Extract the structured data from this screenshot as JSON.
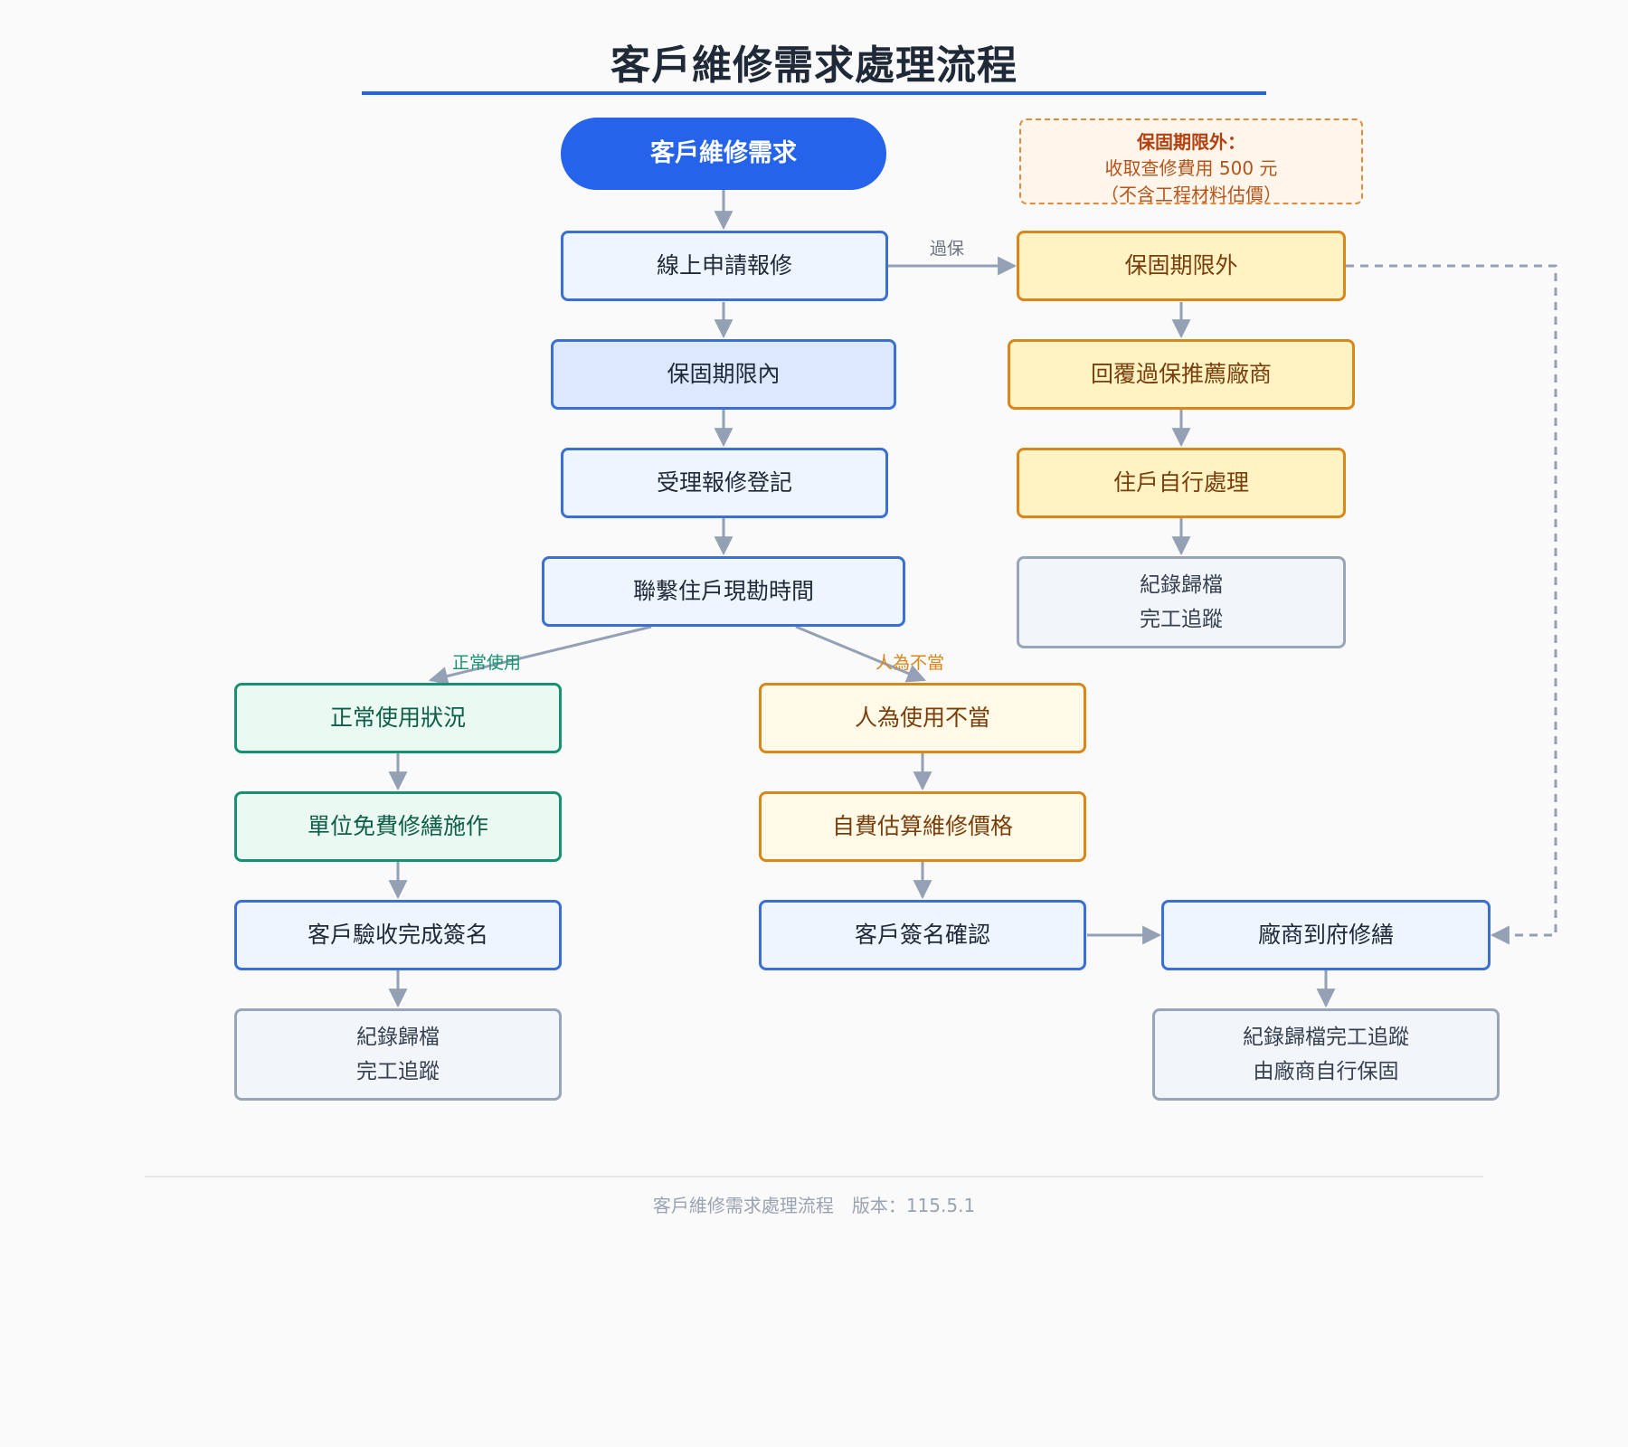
{
  "title": "客戶維修需求處理流程",
  "nodes": {
    "start": "客戶維修需求",
    "online_apply": "線上申請報修",
    "in_warranty": "保固期限內",
    "register": "受理報修登記",
    "contact": "聯繫住戶現勘時間",
    "out_warranty": "保固期限外",
    "reply_vendor": "回覆過保推薦廠商",
    "self_handle": "住戶自行處理",
    "archive_right_1": "紀錄歸檔",
    "archive_right_2": "完工追蹤",
    "normal_use": "正常使用狀況",
    "free_repair": "單位免費修繕施作",
    "customer_accept": "客戶驗收完成簽名",
    "archive_left_1": "紀錄歸檔",
    "archive_left_2": "完工追蹤",
    "misuse": "人為使用不當",
    "self_pay_estimate": "自費估算維修價格",
    "customer_confirm": "客戶簽名確認",
    "vendor_repair": "廠商到府修繕",
    "archive_vendor_1": "紀錄歸檔完工追蹤",
    "archive_vendor_2": "由廠商自行保固"
  },
  "note": {
    "title": "保固期限外：",
    "line1": "收取查修費用 500 元",
    "line2": "（不含工程材料估價）"
  },
  "edge_labels": {
    "overdue": "過保",
    "normal": "正常使用",
    "misuse": "人為不當"
  },
  "footer": {
    "name": "客戶維修需求處理流程",
    "version": "版本：115.5.1"
  },
  "colors": {
    "primary": "#2563eb",
    "warning": "#d9861a",
    "success": "#169172",
    "neutral": "#9aa6b8",
    "edge": "#94a0b4"
  }
}
